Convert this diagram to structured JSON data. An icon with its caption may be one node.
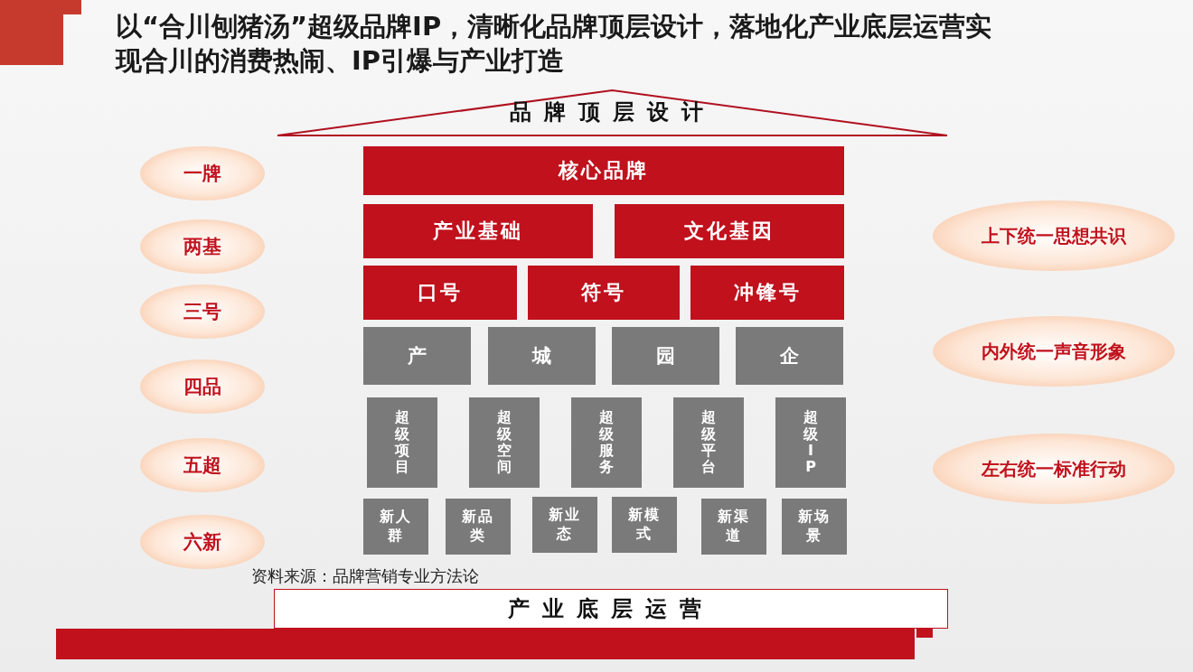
{
  "diagram": {
    "title": "以“合川刨猪汤”超级品牌IP，清晰化品牌顶层设计，落地化产业底层运营实现合川的消费热闹、IP引爆与产业打造",
    "nodes": [
      {
        "text": [
          "品牌顶层设计"
        ]
      },
      {
        "text": [
          "核心品牌"
        ]
      },
      {
        "text": [
          "产业基础"
        ]
      },
      {
        "text": [
          "文化基因"
        ]
      },
      {
        "text": [
          "口号"
        ]
      },
      {
        "text": [
          "符号"
        ]
      },
      {
        "text": [
          "冲锋号"
        ]
      },
      {
        "text": [
          "产"
        ]
      },
      {
        "text": [
          "城"
        ]
      },
      {
        "text": [
          "园"
        ]
      },
      {
        "text": [
          "企"
        ]
      },
      {
        "text": [
          "超级项目"
        ]
      },
      {
        "text": [
          "超级空间"
        ]
      },
      {
        "text": [
          "超级服务"
        ]
      },
      {
        "text": [
          "超级平台"
        ]
      },
      {
        "text": [
          "超级IP"
        ]
      },
      {
        "text": [
          "新人群"
        ]
      },
      {
        "text": [
          "新品类"
        ]
      },
      {
        "text": [
          "新业态"
        ]
      },
      {
        "text": [
          "新模式"
        ]
      },
      {
        "text": [
          "新渠道"
        ]
      },
      {
        "text": [
          "新场景"
        ]
      },
      {
        "text": [
          "一牌"
        ]
      },
      {
        "text": [
          "两基"
        ]
      },
      {
        "text": [
          "三号"
        ]
      },
      {
        "text": [
          "四品"
        ]
      },
      {
        "text": [
          "五超"
        ]
      },
      {
        "text": [
          "六新"
        ]
      },
      {
        "text": [
          "上下统一思想共识"
        ]
      },
      {
        "text": [
          "内外统一声音形象"
        ]
      },
      {
        "text": [
          "左右统一标准行动"
        ]
      },
      {
        "text": [
          "产业底层运营"
        ]
      }
    ],
    "labels": [
      "资料来源：品牌营销专业方法论"
    ]
  }
}
